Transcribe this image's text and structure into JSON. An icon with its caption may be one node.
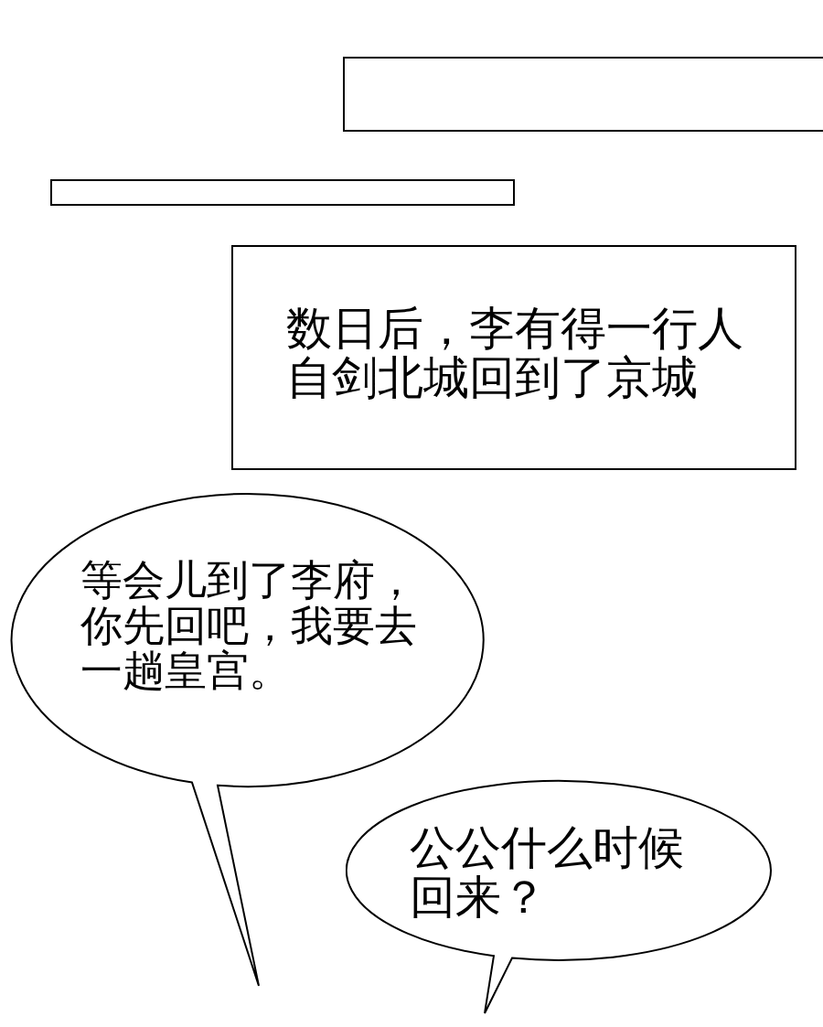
{
  "diagram": {
    "nodes": [
      {
        "text": [],
        "shape": "box"
      },
      {
        "text": [],
        "shape": "box"
      },
      {
        "text": [
          "数日后，李有得一行人自剑北城回到了京城"
        ]
      },
      {
        "text": [
          "等会儿到了李府，你先回吧，我要去一趟皇宫。"
        ]
      },
      {
        "text": [
          "公公什么时候回来？"
        ]
      }
    ]
  }
}
